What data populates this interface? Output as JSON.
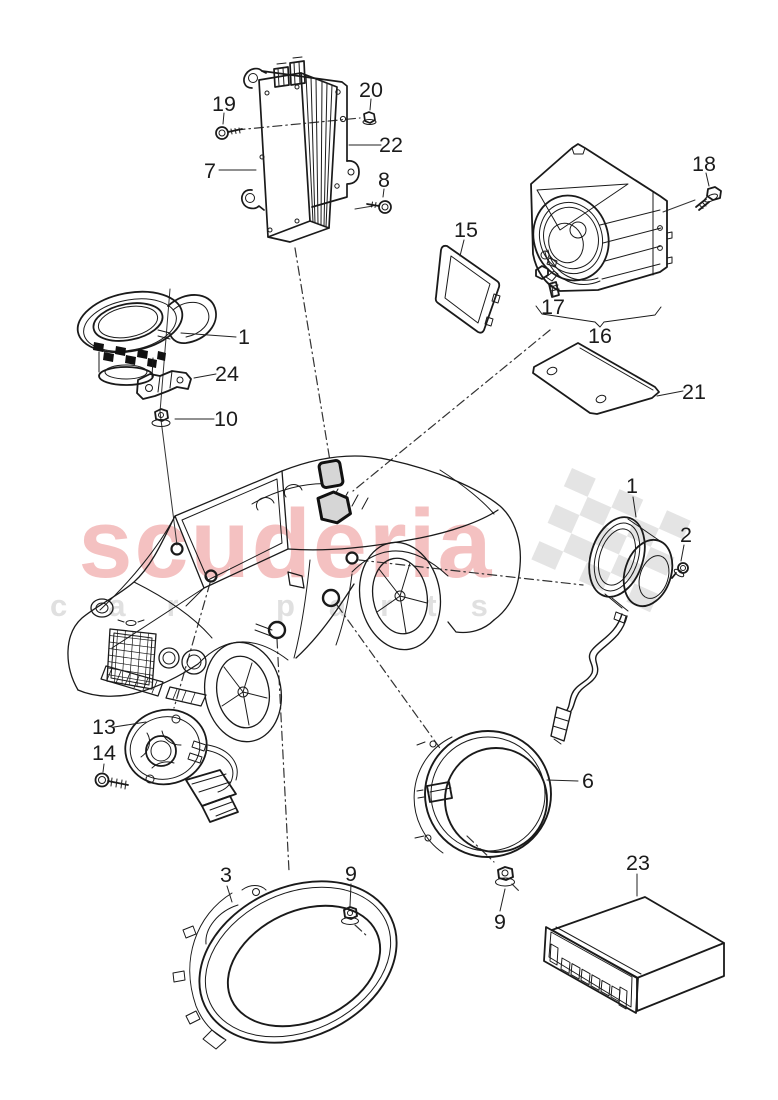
{
  "page": {
    "type": "exploded-parts-diagram",
    "background_color": "#ffffff",
    "line_color": "#1a1a1a"
  },
  "watermark": {
    "brand": "scuderia",
    "tagline_word1": "car",
    "tagline_word2": "parts",
    "brand_color": "#f4c1c1",
    "tagline_color": "#e0e0e0",
    "checker_color": "#e4e4e4"
  },
  "vehicle": {
    "illustration": "bentley-continental-gt-convertible-3quarter-front-line-art",
    "marker_fill": "#d6d6d6"
  },
  "callouts": [
    {
      "label": "19"
    },
    {
      "label": "20"
    },
    {
      "label": "22"
    },
    {
      "label": "7"
    },
    {
      "label": "8"
    },
    {
      "label": "18"
    },
    {
      "label": "15"
    },
    {
      "label": "17"
    },
    {
      "label": "16"
    },
    {
      "label": "21"
    },
    {
      "label": "1"
    },
    {
      "label": "24"
    },
    {
      "label": "10"
    },
    {
      "label": "1"
    },
    {
      "label": "2"
    },
    {
      "label": "13"
    },
    {
      "label": "14"
    },
    {
      "label": "3"
    },
    {
      "label": "9"
    },
    {
      "label": "6"
    },
    {
      "label": "9"
    },
    {
      "label": "23"
    }
  ]
}
